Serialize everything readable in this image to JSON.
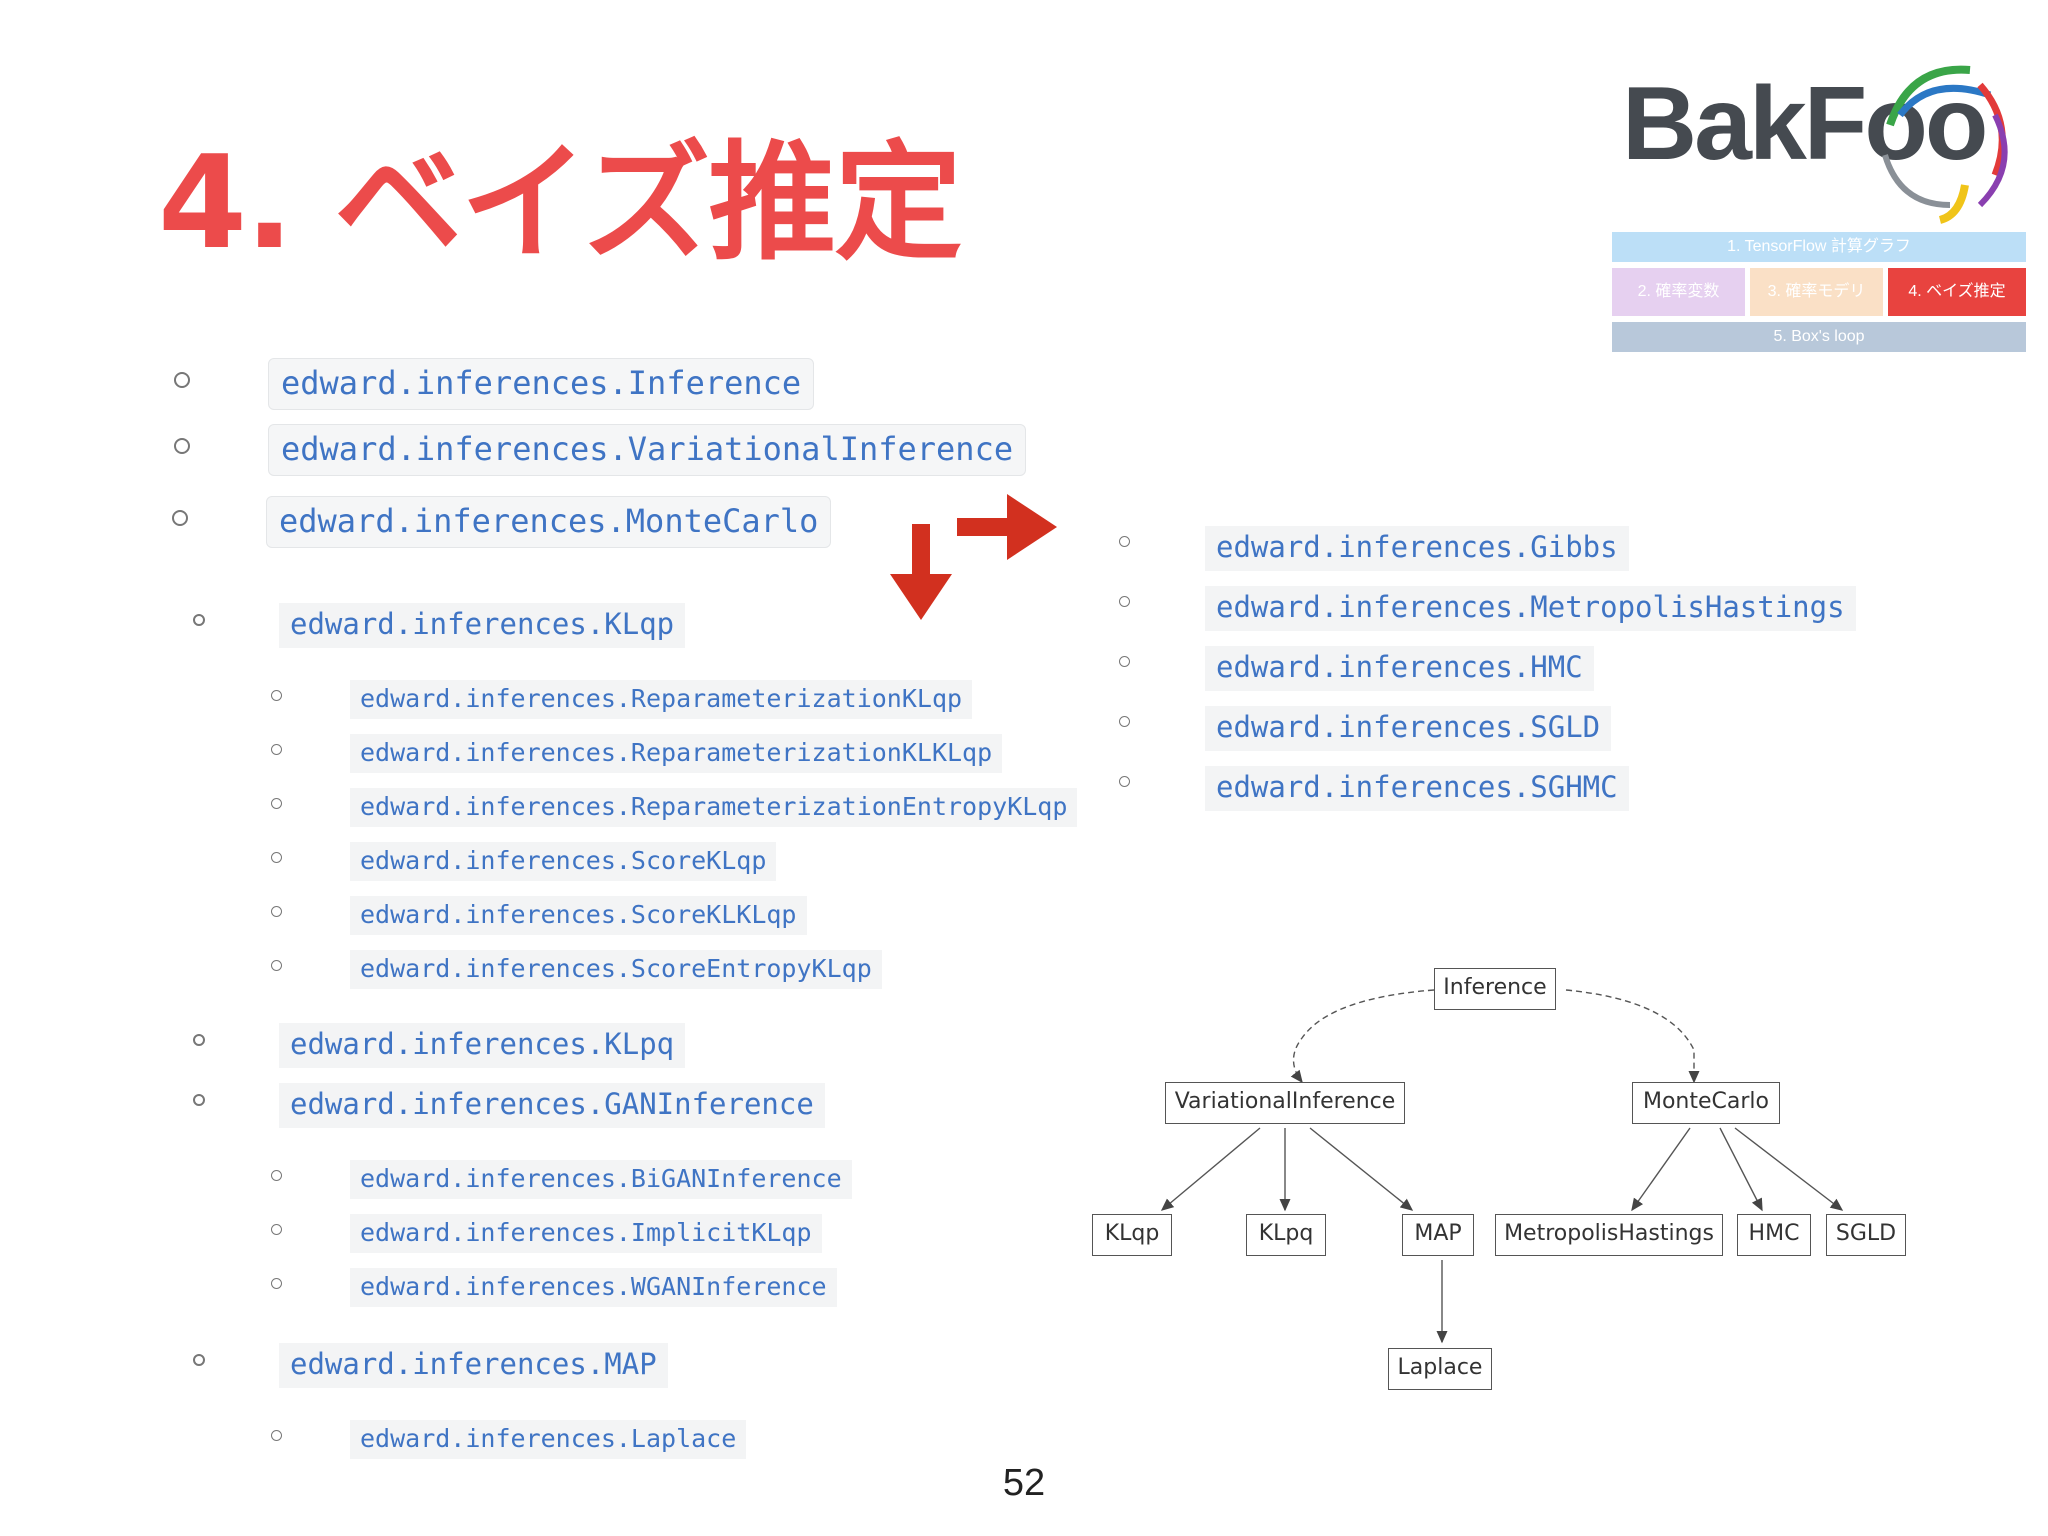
{
  "title": "4. ベイズ推定",
  "logo": {
    "text": "BakFoo"
  },
  "nav": {
    "items": [
      {
        "label": "1. TensorFlow 計算グラフ",
        "color": "#bcdff7"
      },
      {
        "label": "2. 確率変数",
        "color": "#e6d0f0"
      },
      {
        "label": "3. 確率モデリ",
        "color": "#fae0c6"
      },
      {
        "label": "4. ベイズ推定",
        "color": "#e8433f"
      },
      {
        "label": "5. Box's loop",
        "color": "#b8c8da"
      }
    ]
  },
  "left_list": [
    "edward.inferences.Inference",
    "edward.inferences.VariationalInference",
    "edward.inferences.MonteCarlo",
    "edward.inferences.KLqp",
    "edward.inferences.ReparameterizationKLqp",
    "edward.inferences.ReparameterizationKLKLqp",
    "edward.inferences.ReparameterizationEntropyKLqp",
    "edward.inferences.ScoreKLqp",
    "edward.inferences.ScoreKLKLqp",
    "edward.inferences.ScoreEntropyKLqp",
    "edward.inferences.KLpq",
    "edward.inferences.GANInference",
    "edward.inferences.BiGANInference",
    "edward.inferences.ImplicitKLqp",
    "edward.inferences.WGANInference",
    "edward.inferences.MAP",
    "edward.inferences.Laplace"
  ],
  "right_list": [
    "edward.inferences.Gibbs",
    "edward.inferences.MetropolisHastings",
    "edward.inferences.HMC",
    "edward.inferences.SGLD",
    "edward.inferences.SGHMC"
  ],
  "arrow_color": "#d2301f",
  "diagram": {
    "nodes": {
      "inference": "Inference",
      "variational": "VariationalInference",
      "montecarlo": "MonteCarlo",
      "klqp": "KLqp",
      "klpq": "KLpq",
      "map": "MAP",
      "laplace": "Laplace",
      "mh": "MetropolisHastings",
      "hmc": "HMC",
      "sgld": "SGLD"
    }
  },
  "page_number": "52"
}
